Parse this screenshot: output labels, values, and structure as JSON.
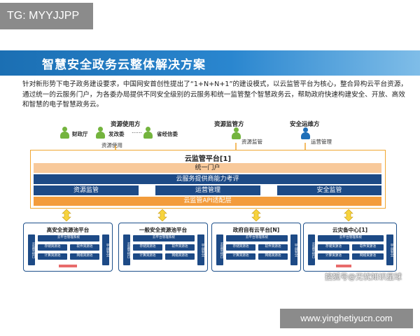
{
  "watermarks": {
    "top_left": "TG: MYYJJPP",
    "bottom_right_box": "www.yinghetiyucn.com",
    "bottom_overlay": "搜狐号@无忧知识星球"
  },
  "banner": {
    "title": "智慧安全政务云整体解决方案"
  },
  "intro": "针对新形势下电子政务建设要求，中国网安首创性提出了“1+N+N+1”的建设模式，以云监管平台为核心，整合异构云平台资源，通过统一的云服务门户，为各委办局提供不同安全级别的云服务和统一监管整个智慧政务云，帮助政府快速构建安全、开放、高效和智慧的电子智慧政务云。",
  "actors": {
    "resource_user": {
      "title": "资源使用方",
      "members": [
        "财政厅",
        "发改委",
        "……",
        "省经信委"
      ],
      "note": "资源使用"
    },
    "regulator": {
      "title": "资源监管方",
      "note": "资源监管"
    },
    "ops": {
      "title": "安全运维方",
      "note": "运营管理"
    }
  },
  "platform": {
    "title": "云监管平台[1]",
    "portal": "统一门户",
    "evaluation": "云服务提供商能力考评",
    "modules": [
      "资源监管",
      "运营管理",
      "安全监管"
    ],
    "api": "云监管API适配层"
  },
  "pools": [
    {
      "title": "高安全资源池平台",
      "side": [
        "云监管接口",
        "平台安全"
      ],
      "mgmt": "云平台管理系统",
      "cells": [
        "存储资源池",
        "软件资源池",
        "计算资源池",
        "网络资源池"
      ],
      "red": ""
    },
    {
      "title": "一般安全资源池平台",
      "side": [
        "云监管接口",
        "平台安全"
      ],
      "mgmt": "云平台管理系统",
      "cells": [
        "存储资源池",
        "软件资源池",
        "计算资源池",
        "网络资源池"
      ],
      "red": ""
    },
    {
      "title": "政府自有云平台[N]",
      "side": [
        "云监管接口",
        "平台安全"
      ],
      "mgmt": "云平台管理系统",
      "cells": [
        "存储资源池",
        "软件资源池",
        "计算资源池",
        "网络资源池"
      ],
      "red": ""
    },
    {
      "title": "云灾备中心[1]",
      "side": [
        "云监管接口",
        "平台安全"
      ],
      "mgmt": "云平台管理系统",
      "cells": [
        "存储资源池",
        "软件资源池",
        "计算资源池",
        "网络资源池"
      ],
      "red": ""
    }
  ],
  "colors": {
    "navy": "#1d4a86",
    "orange": "#f0a630",
    "api_orange": "#f39c3c",
    "green": "#74b43e",
    "blue": "#1f6fb8"
  }
}
